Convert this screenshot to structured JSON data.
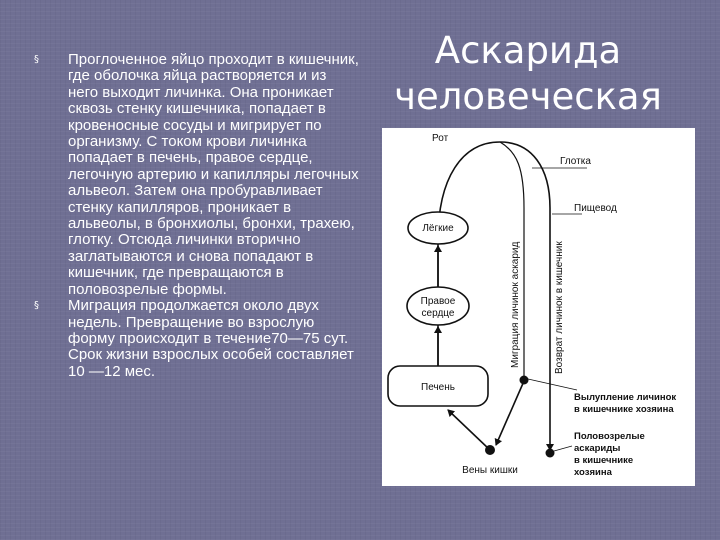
{
  "title": {
    "line1": "Аскарида",
    "line2": "человеческая"
  },
  "bullets": [
    {
      "marker": "§",
      "text": "Проглоченное яйцо проходит в кишечник, где оболочка яйца растворяется и из него выходит личинка. Она проникает сквозь стенку кишечника, попадает в кровеносные сосуды и мигрирует по организму. С током крови личинка попадает в печень, правое сердце, легочную артерию и капилляры легочных альвеол. Затем она пробуравливает стенку капилляров, проникает в альвеолы, в бронхиолы, бронхи, трахею, глотку. Отсюда личинки вторично заглатываются и снова попадают в кишечник, где превращаются в половозрелые формы."
    },
    {
      "marker": "§",
      "text": "Миграция продолжается около двух недель. Превращение во взрослую форму происходит в течение70—75 сут. Срок жизни взрослых особей составляет 10 —12 мес."
    }
  ],
  "diagram": {
    "mouth": "Рот",
    "pharynx": "Глотка",
    "esophagus": "Пищевод",
    "lungs": "Лёгкие",
    "right_heart_1": "Правое",
    "right_heart_2": "сердце",
    "liver": "Печень",
    "gut_veins": "Вены кишки",
    "migration": "Миграция личинок аскарид",
    "return": "Возврат личинок в кишечник",
    "hatch_1": "Вылупление личинок",
    "hatch_2": "в кишечнике хозяина",
    "adult_1": "Половозрелые",
    "adult_2": "аскариды",
    "adult_3": "в кишечнике",
    "adult_4": "хозяина"
  }
}
